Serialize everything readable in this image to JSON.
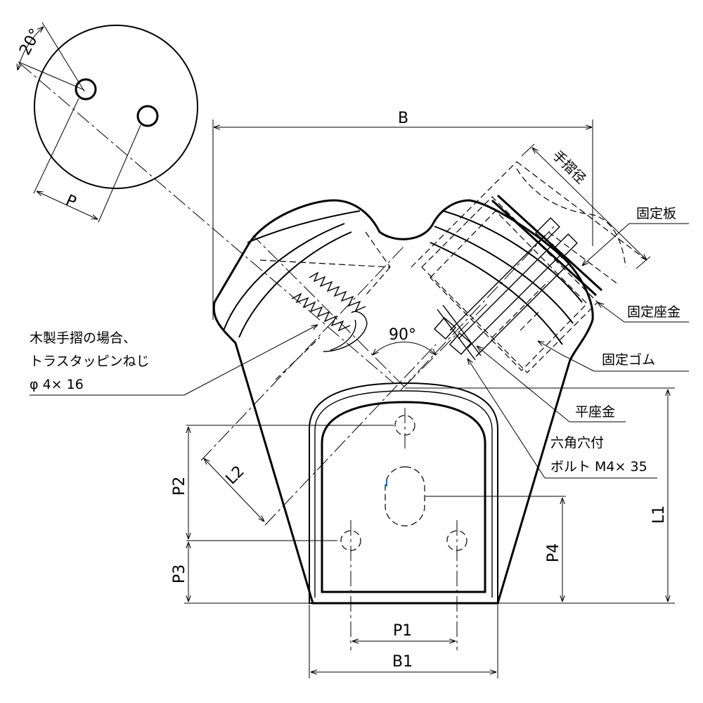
{
  "dimensions": {
    "angle_top": "20°",
    "P": "P",
    "B": "B",
    "handrail_diameter": "手摺径",
    "angle_90": "90°",
    "L1": "L1",
    "L2": "L2",
    "P1": "P1",
    "P2": "P2",
    "P3": "P3",
    "P4": "P4",
    "B1": "B1"
  },
  "callouts": {
    "fixing_plate": "固定板",
    "fixing_seat_washer": "固定座金",
    "fixing_rubber": "固定ゴム",
    "flat_washer": "平座金",
    "hex_bolt_line1": "六角穴付",
    "hex_bolt_line2": "ボルト M4× 35",
    "wood_line1": "木製手摺の場合、",
    "wood_line2": "トラスタッピンねじ",
    "wood_line3": "φ 4× 16"
  }
}
